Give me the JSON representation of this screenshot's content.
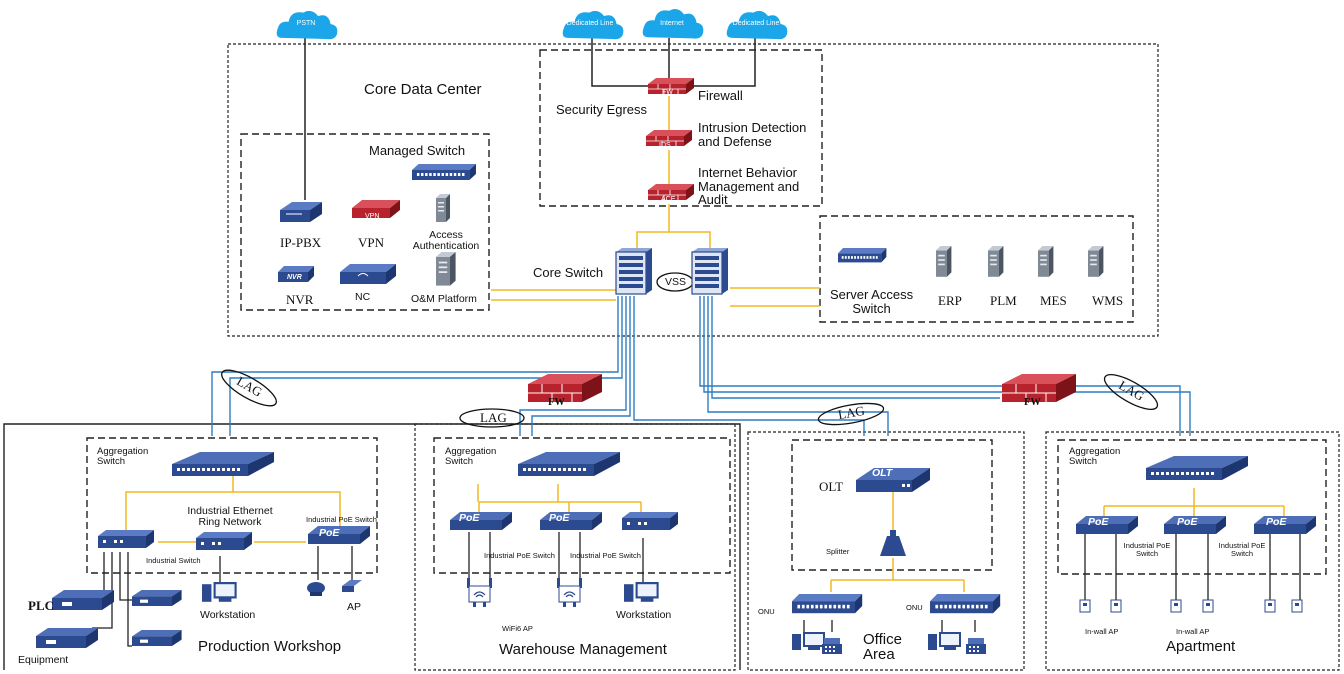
{
  "clouds": {
    "pstn": "PSTN",
    "dedicated_left": "Dedicated Line",
    "internet": "Internet",
    "dedicated_right": "Dedicated Line"
  },
  "core": {
    "title": "Core Data Center",
    "security_egress": "Security Egress",
    "firewall": "Firewall",
    "idps": "Intrusion Detection\nand Defense",
    "ibma": "Internet Behavior\nManagement and\nAudit",
    "fw_tag": "FW",
    "ids_tag": "IDS",
    "ace_tag": "ACE",
    "core_switch": "Core Switch",
    "vss": "VSS",
    "managed_switch": "Managed Switch",
    "ip_pbx": "IP-PBX",
    "vpn": "VPN",
    "vpn_tag": "VPN",
    "access_auth": "Access\nAuthentication",
    "nvr": "NVR",
    "nvr_tag": "NVR",
    "nc": "NC",
    "om": "O&M Platform",
    "server_access": "Server Access\nSwitch",
    "erp": "ERP",
    "plm": "PLM",
    "mes": "MES",
    "wms": "WMS"
  },
  "links": {
    "lag1": "LAG",
    "lag2": "LAG",
    "lag3": "LAG",
    "lag4": "LAG",
    "fw1": "FW",
    "fw2": "FW"
  },
  "production": {
    "aggregation": "Aggregation\nSwitch",
    "ring": "Industrial Ethernet\nRing Network",
    "industrial_switch": "Industrial Switch",
    "poe_switch": "Industrial PoE Switch",
    "poe_tag": "PoE",
    "plc": "PLC",
    "equipment": "Equipment",
    "workstation": "Workstation",
    "ap": "AP",
    "title": "Production Workshop"
  },
  "warehouse": {
    "aggregation": "Aggregation\nSwitch",
    "poe_switch_1": "Industrial PoE Switch",
    "poe_switch_2": "Industrial PoE Switch",
    "poe_tag": "PoE",
    "ap": "WiFi6 AP",
    "workstation": "Workstation",
    "title": "Warehouse Management"
  },
  "office": {
    "olt": "OLT",
    "olt_tag": "OLT",
    "splitter": "Splitter",
    "onu_1": "ONU",
    "onu_2": "ONU",
    "title": "Office\nArea"
  },
  "apartment": {
    "aggregation": "Aggregation\nSwitch",
    "poe_switch_1": "Industrial PoE\nSwitch",
    "poe_switch_2": "Industrial PoE\nSwitch",
    "poe_tag": "PoE",
    "inwall_1": "In-wall AP",
    "inwall_2": "In-wall AP",
    "title": "Apartment"
  },
  "colors": {
    "blue_link": "#2e7dc4",
    "yellow_link": "#f2b820",
    "device_blue": "#2c4a8f",
    "device_red": "#b8222c",
    "cloud": "#1aa6e8"
  }
}
